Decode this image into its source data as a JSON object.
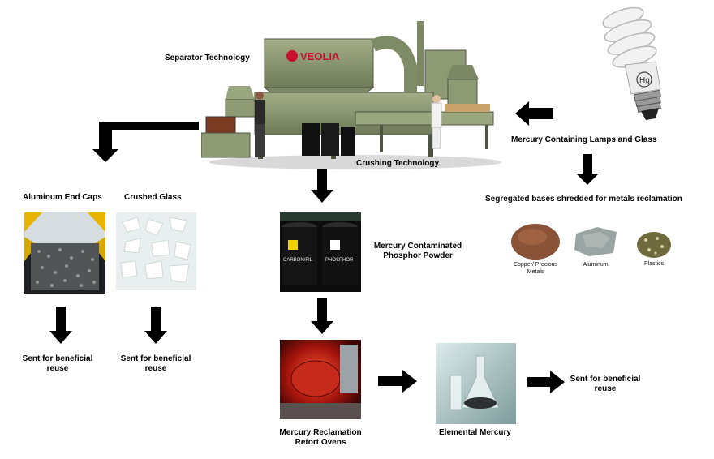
{
  "labels": {
    "separator": "Separator Technology",
    "crushing": "Crushing Technology",
    "lamps": "Mercury Containing Lamps and Glass",
    "segregated": "Segregated bases shredded for metals reclamation",
    "aluminum_caps": "Aluminum End Caps",
    "crushed_glass": "Crushed Glass",
    "phosphor": "Mercury Contaminated Phosphor Powder",
    "reuse_caps": "Sent for beneficial reuse",
    "reuse_glass": "Sent for beneficial reuse",
    "retort": "Mercury Reclamation Retort Ovens",
    "elemental": "Elemental Mercury",
    "reuse_mercury": "Sent for beneficial reuse"
  },
  "materials": {
    "copper": "Copper/ Precious Metals",
    "aluminum": "Aluminum",
    "plastics": "Plastics"
  },
  "photo_text": {
    "brand": "VEOLIA",
    "bulb_symbol": "Hg",
    "drum_left": "CARBON/FIL",
    "drum_right": "PHOSPHOR"
  },
  "colors": {
    "machine": "#8e9a74",
    "arrow": "#000000",
    "brand_red": "#c8102e"
  }
}
